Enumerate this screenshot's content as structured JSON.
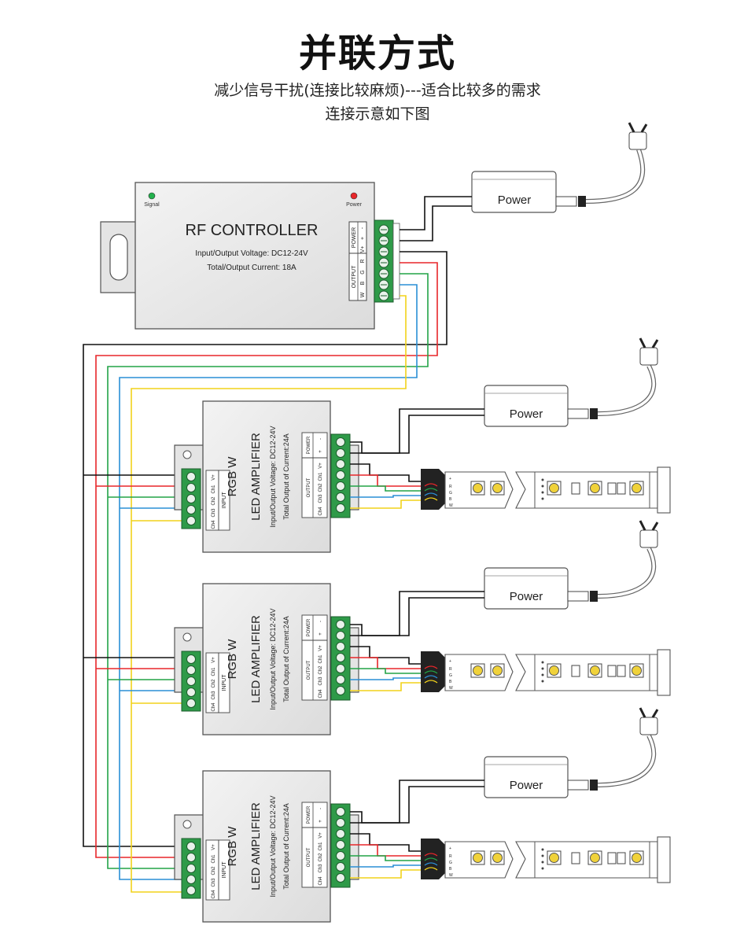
{
  "header": {
    "title": "并联方式",
    "subtitle_line1": "减少信号干扰(连接比较麻烦)---适合比较多的需求",
    "subtitle_line2": "连接示意如下图"
  },
  "controller": {
    "name": "RF CONTROLLER",
    "voltage": "Input/Output Voltage: DC12-24V",
    "current": "Total/Output Current: 18A",
    "signal_label": "Signal",
    "power_label": "Power",
    "power_block_label": "POWER",
    "output_block_label": "OUTPUT",
    "power_pins": [
      "V+",
      "+",
      "-"
    ],
    "output_pins": [
      "R",
      "G",
      "B",
      "W"
    ]
  },
  "amplifier": {
    "line1": "RGB W",
    "line2": "LED AMPLIFIER",
    "voltage": "Input/Output Voltage: DC12-24V",
    "current": "Total Output of Current:24A",
    "input_label": "INPUT",
    "output_label": "OUTPUT",
    "power_label": "POWER",
    "input_pins": [
      "V+",
      "Ch1",
      "Ch2",
      "Ch3",
      "Ch4"
    ],
    "output_pins": [
      "Ch4",
      "Ch3",
      "Ch2",
      "Ch1",
      "V+"
    ],
    "power_pins": [
      "-",
      "+"
    ]
  },
  "power_supply_label": "Power",
  "strip_pin_labels": [
    "+",
    "R",
    "G",
    "B",
    "W"
  ],
  "colors": {
    "red": "#e8262a",
    "green": "#22a347",
    "blue": "#2a8fd6",
    "yellow": "#f2d21a",
    "black": "#111111",
    "terminal_green": "#2e9a48",
    "led_yellow": "#f0d23a"
  }
}
